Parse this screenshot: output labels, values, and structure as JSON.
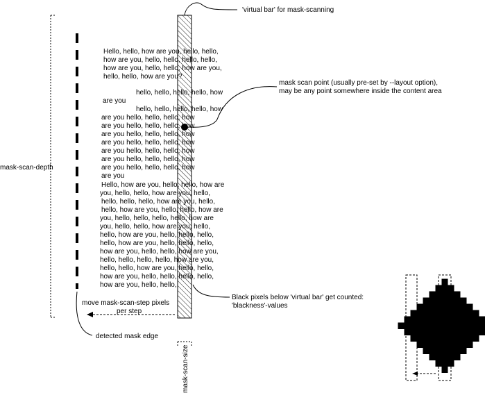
{
  "labels": {
    "virtual_bar": "'virtual bar' for mask-scanning",
    "scan_point_line1": "mask scan point (usually pre-set by --layout option),",
    "scan_point_line2": "may be any point somewhere inside the content area",
    "black_pixels_line1": "Black pixels below 'virtual bar' get counted:",
    "black_pixels_line2": "'blackness'-values",
    "move_step_line1": "move mask-scan-step pixels",
    "move_step_line2": "per step",
    "detected_edge": "detected mask edge",
    "scan_depth": "mask-scan-depth",
    "scan_size": "mask-scan-size"
  },
  "text_block_1": [
    "Hello,  hello,    how are you,  hello,    hello,",
    "how are you,   hello,   hello,  hello,    hello,",
    "how are you,   hello,   hello,  how are you,",
    "hello,  hello,  how are you?"
  ],
  "text_block_2": [
    "hello,    hello,    hello,    hello,   how",
    "are you",
    "hello,    hello,    hello,    hello,   how",
    "are you      hello,    hello,    hello,   how",
    "are you      hello,    hello,    hello,   how",
    "are you      hello,    hello,    hello,   how",
    "are you      hello,    hello,    hello,   how",
    "are you      hello,    hello,    hello,   how",
    "are you      hello,    hello,    hello,   how",
    "are you      hello,    hello,    hello,   how",
    "are                  you"
  ],
  "text_block_3": [
    "Hello,  how are you,   hello,    hello,  how are",
    "you,  hello,    hello,  how are you,   hello,",
    "hello,    hello,   hello,  how are you,  hello,",
    "hello,  how are you,  hello,    hello,  how are",
    "you,   hello,    hello,   hello,    hello,  how are",
    "you,   hello,   hello,  how are you,   hello,",
    "hello,  how are you,   hello,   hello,   hello,",
    "hello,  how are you,    hello,   hello,  hello,",
    "how are you,  hello,   hello,  how are you,",
    "hello,   hello,   hello,   hello,  how are you,",
    "hello,    hello,  how are you,  hello,    hello,",
    "how are you,   hello,   hello,   hello,   hello,",
    "how are you,  hello,  hello,"
  ],
  "colors": {
    "ink": "#000000",
    "background": "#ffffff"
  }
}
